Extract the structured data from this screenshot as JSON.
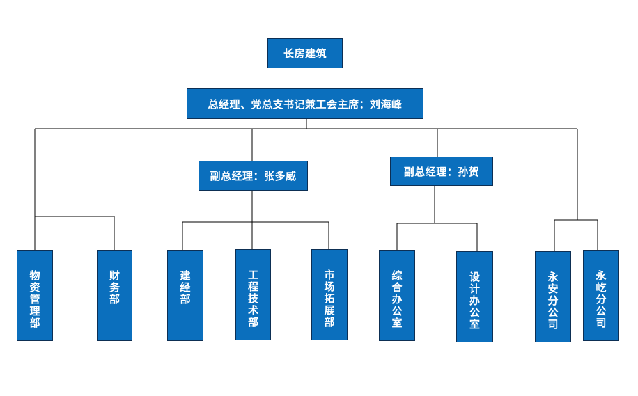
{
  "org_chart": {
    "root": {
      "label": "长房建筑"
    },
    "general_manager": {
      "label": "总经理、党总支书记兼工会主席：刘海峰"
    },
    "deputy_managers": [
      {
        "label": "副总经理：张多威"
      },
      {
        "label": "副总经理：孙贺"
      }
    ],
    "departments": [
      {
        "label": "物资管理部"
      },
      {
        "label": "财务部"
      },
      {
        "label": "建经部"
      },
      {
        "label": "工程技术部"
      },
      {
        "label": "市场拓展部"
      },
      {
        "label": "综合办公室"
      },
      {
        "label": "设计办公室"
      },
      {
        "label": "永安分公司"
      },
      {
        "label": "永屹分公司"
      }
    ],
    "colors": {
      "box_fill": "#0b6fbd",
      "box_border": "#0d2f54",
      "box_text": "#ffffff",
      "connector": "#000000",
      "background": "#ffffff"
    }
  }
}
